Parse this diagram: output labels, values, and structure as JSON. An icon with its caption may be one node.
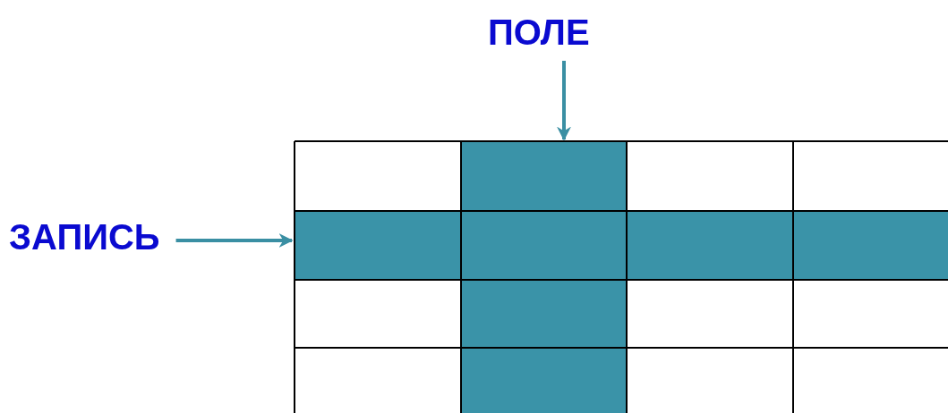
{
  "diagram": {
    "nodes": [
      {
        "text": [
          "ПОЛЕ"
        ]
      },
      {
        "text": [],
        "shape": "bar"
      },
      {
        "text": [
          "ЗАПИСЬ"
        ]
      },
      {
        "text": [],
        "shape": "bar"
      }
    ],
    "edges": [
      {
        "from": 0,
        "to": 1,
        "arrow": "to"
      },
      {
        "from": 2,
        "to": 3,
        "arrow": "to"
      }
    ]
  }
}
